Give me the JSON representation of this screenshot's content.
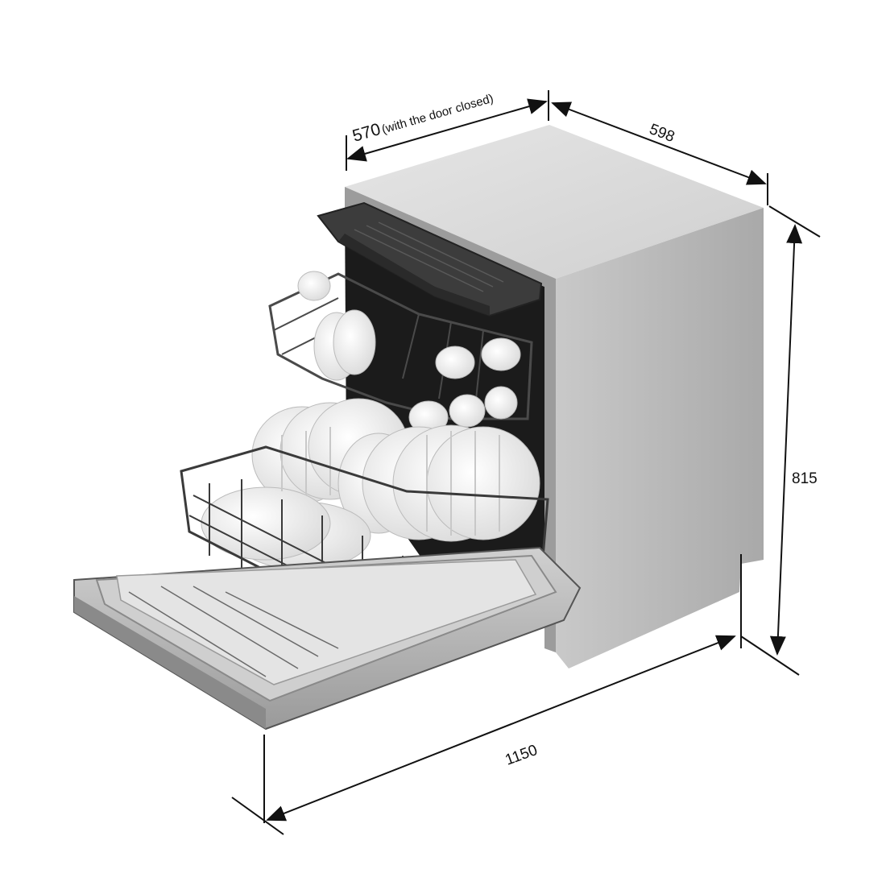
{
  "dimensions": {
    "depth_closed_value": "570",
    "depth_closed_note": "(with the door closed)",
    "width": "598",
    "height": "815",
    "depth_open": "1150"
  },
  "colors": {
    "cabinet_side": "#b4b4b4",
    "cabinet_top": "#dcdcdc",
    "interior": "#1b1b1b",
    "dish": "#f4f4f4",
    "rack": "#3a3a3a",
    "line": "#111111"
  }
}
